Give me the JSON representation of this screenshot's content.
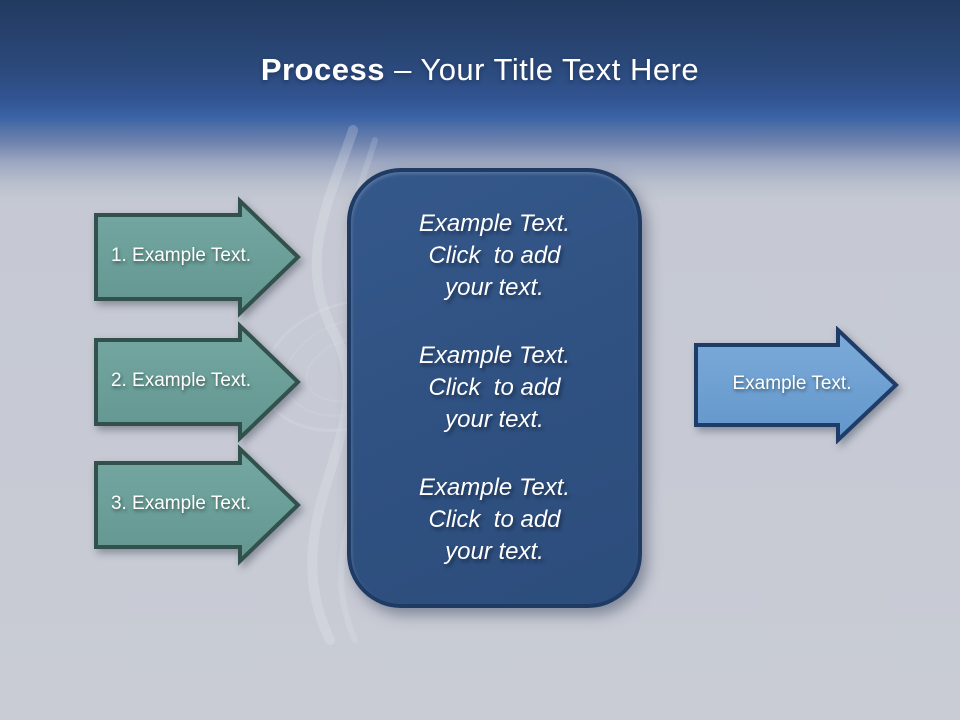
{
  "title": {
    "bold": "Process",
    "rest": " – Your Title Text Here"
  },
  "steps": [
    {
      "label": "1. Example Text."
    },
    {
      "label": "2. Example Text."
    },
    {
      "label": "3. Example Text."
    }
  ],
  "box": {
    "groups": [
      {
        "text": "Example Text.\nClick  to add\nyour text."
      },
      {
        "text": "Example Text.\nClick  to add\nyour text."
      },
      {
        "text": "Example Text.\nClick  to add\nyour text."
      }
    ]
  },
  "output_arrow": {
    "label": "Example Text."
  },
  "colors": {
    "header_blue": "#3A62A4",
    "header_navy": "#223A60",
    "background": "#C7CAD4",
    "step_fill": "#6AA09B",
    "step_border": "#32504C",
    "box_fill": "#2F5181",
    "box_border": "#1F3B64",
    "output_fill": "#6B9FD2",
    "output_border": "#1F3C68",
    "text": "#FFFFFF"
  }
}
